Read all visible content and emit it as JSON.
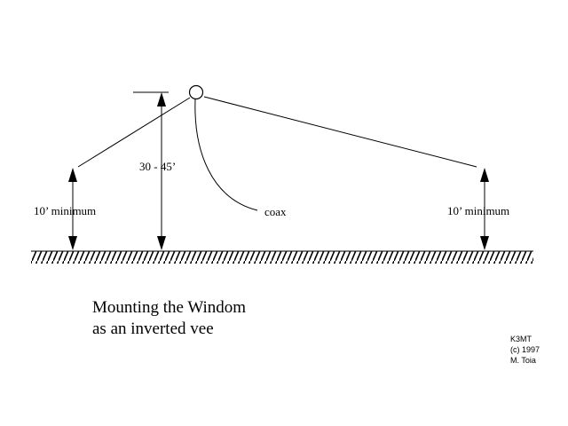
{
  "labels": {
    "height_span": "30 - 45’",
    "left_min": "10’ minimum",
    "right_min": "10’ minimum",
    "coax": "coax"
  },
  "caption": {
    "line1": "Mounting the Windom",
    "line2": "as an inverted vee"
  },
  "credit": {
    "line1": "K3MT",
    "line2": "(c) 1997",
    "line3": "M. Toia"
  },
  "colors": {
    "ink": "#000000",
    "background": "#ffffff"
  }
}
